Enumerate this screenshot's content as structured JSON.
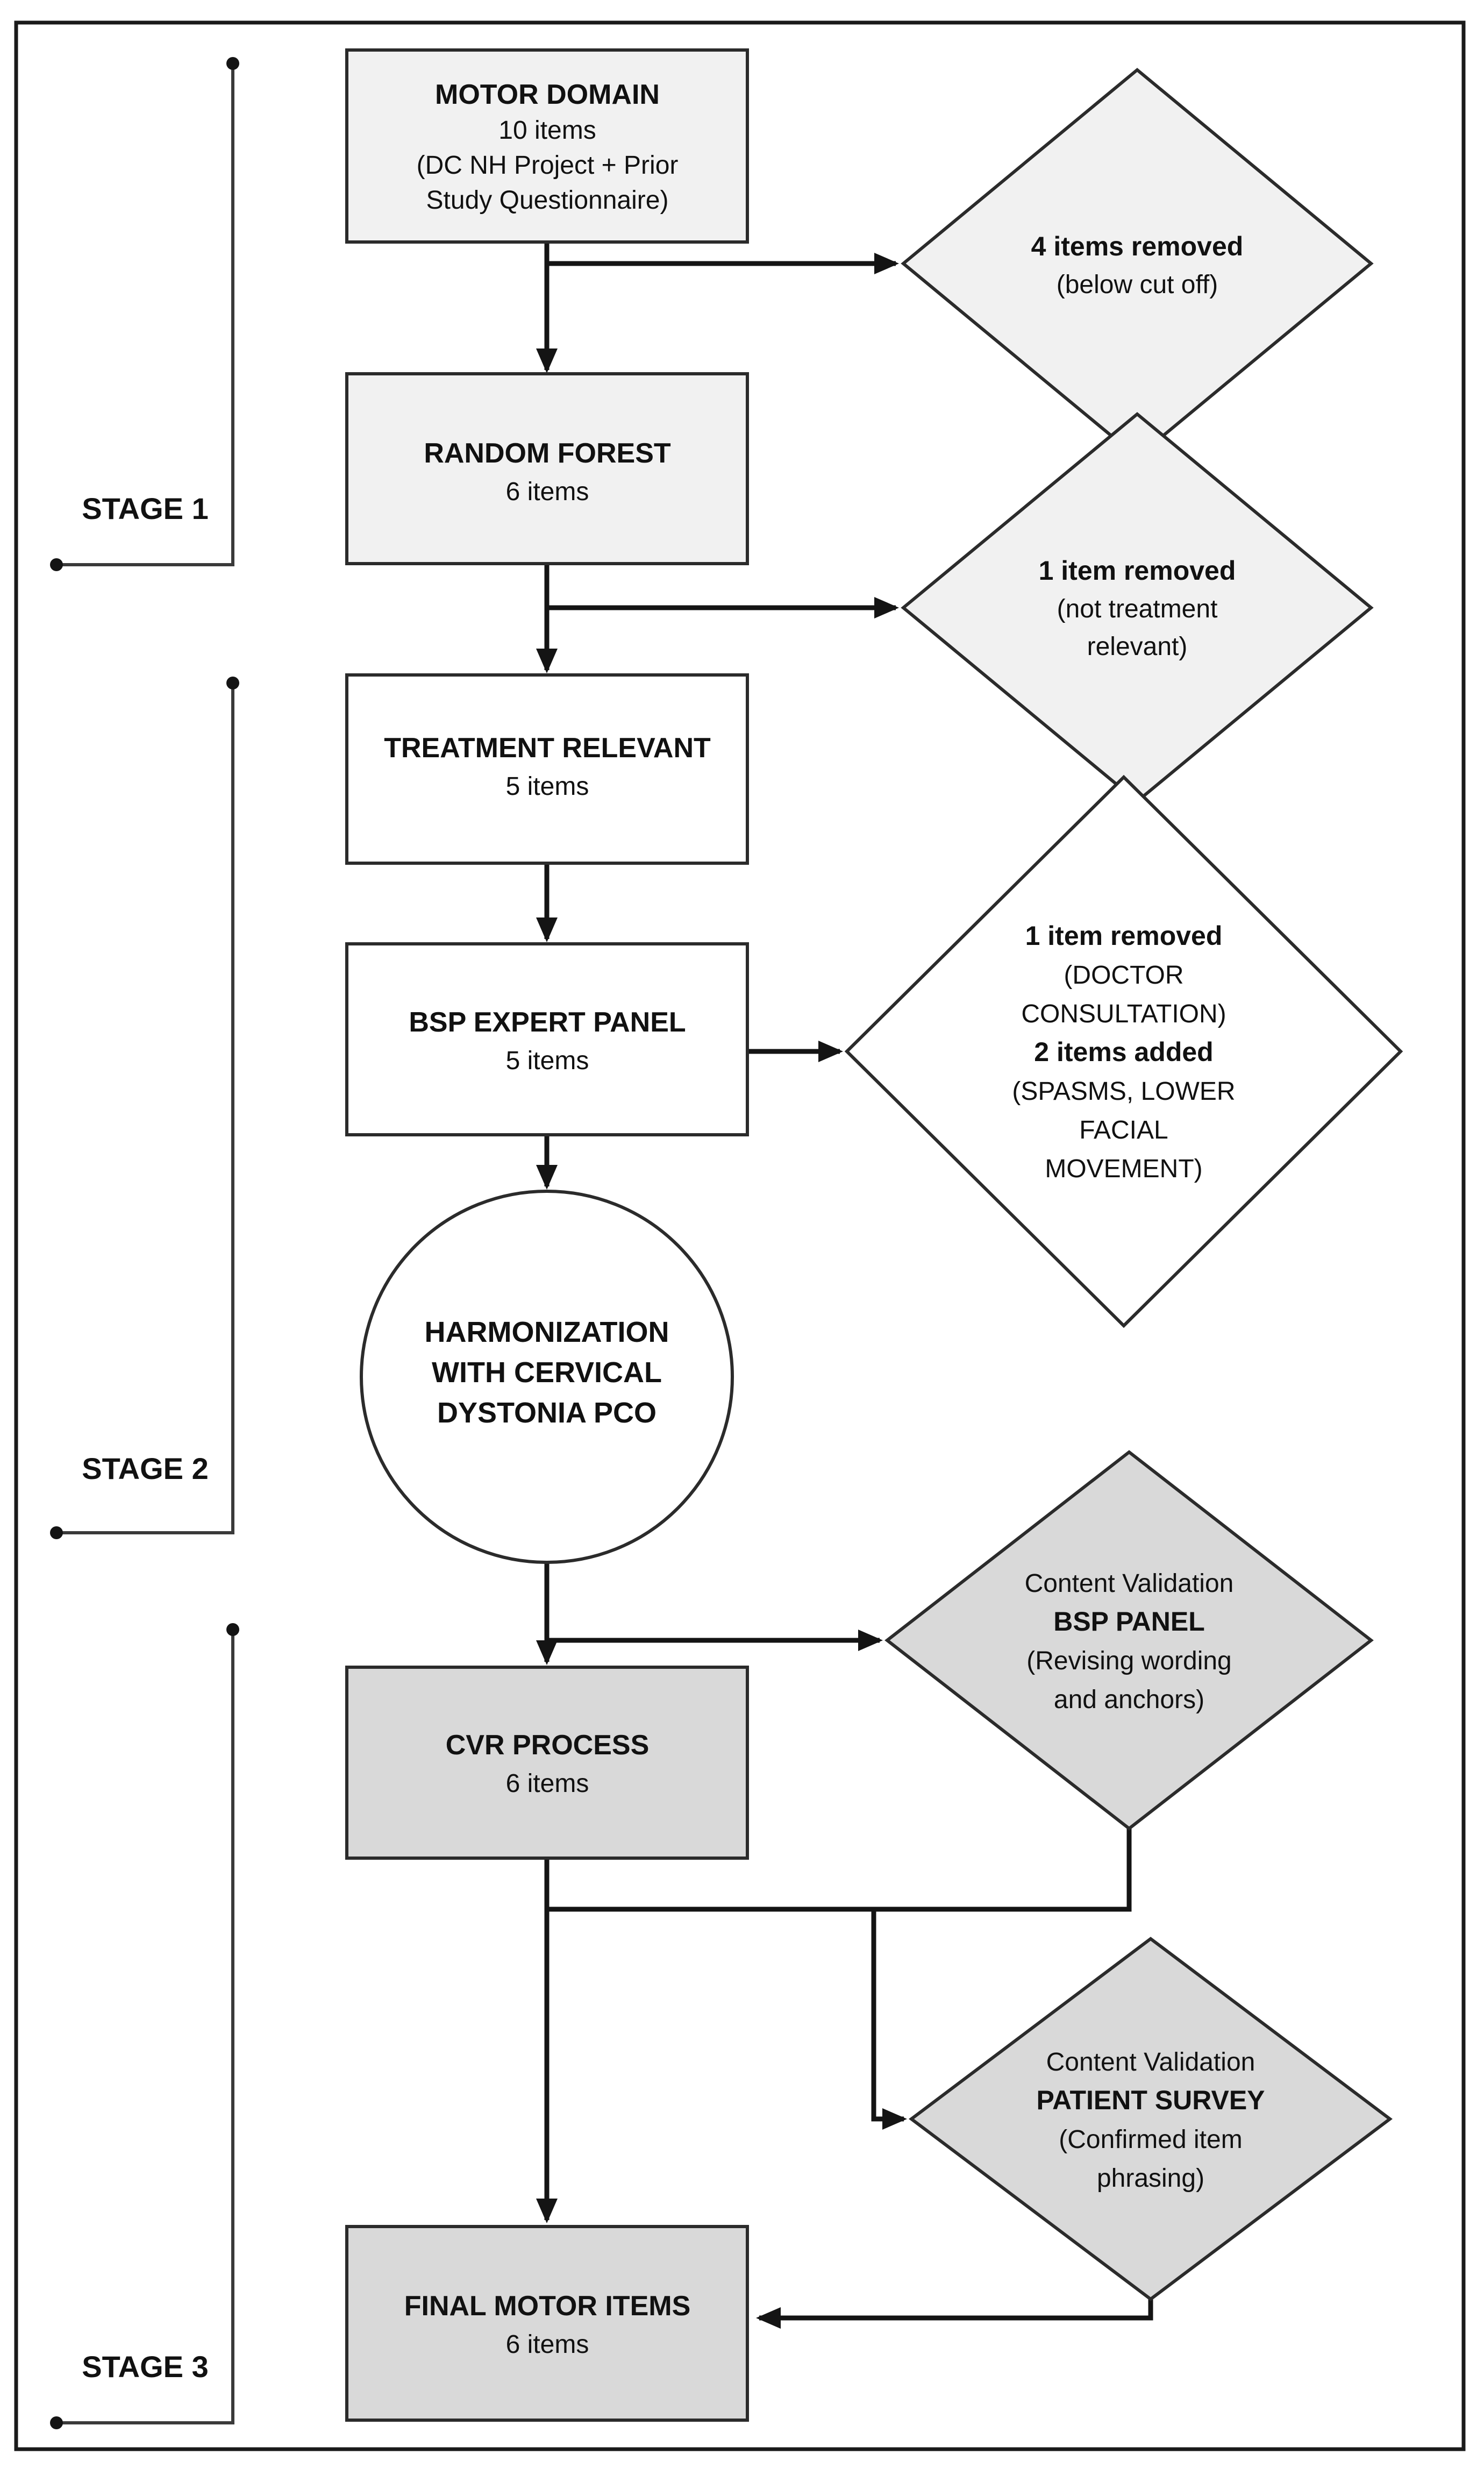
{
  "palette": {
    "box_light": "#f1f1f1",
    "box_medium": "#d9d9d9",
    "box_white": "#ffffff",
    "line_color": "#141414",
    "border_color": "#1a1a1a"
  },
  "stages": [
    {
      "label": "STAGE 1"
    },
    {
      "label": "STAGE 2"
    },
    {
      "label": "STAGE 3"
    }
  ],
  "nodes": {
    "motor_domain": {
      "lines": [
        "MOTOR DOMAIN",
        "10 items",
        "(DC NH Project + Prior",
        "Study Questionnaire)"
      ]
    },
    "items_removed_cutoff": {
      "lines": [
        "4 items removed",
        "(below cut off)"
      ]
    },
    "random_forest": {
      "lines": [
        "RANDOM FOREST",
        "6 items"
      ]
    },
    "item_removed_not_treatment": {
      "lines": [
        "1 item removed",
        "(not treatment",
        "relevant)"
      ]
    },
    "treatment_relevant": {
      "lines": [
        "TREATMENT RELEVANT",
        "5 items"
      ]
    },
    "bsp_expert_panel": {
      "lines": [
        "BSP EXPERT PANEL",
        "5 items"
      ]
    },
    "expert_panel_changes": {
      "lines": [
        "1 item removed",
        "(DOCTOR",
        "CONSULTATION)",
        "2 items added",
        "(SPASMS, LOWER",
        "FACIAL",
        "MOVEMENT)"
      ]
    },
    "harmonization": {
      "lines": [
        "HARMONIZATION",
        "WITH CERVICAL",
        "DYSTONIA PCO"
      ]
    },
    "cv_bsp_panel": {
      "lines": [
        "Content Validation",
        "BSP PANEL",
        "(Revising wording",
        "and anchors)"
      ]
    },
    "cvr_process": {
      "lines": [
        "CVR PROCESS",
        "6 items"
      ]
    },
    "cv_patient_survey": {
      "lines": [
        "Content Validation",
        "PATIENT SURVEY",
        "(Confirmed item",
        "phrasing)"
      ]
    },
    "final_motor_items": {
      "lines": [
        "FINAL MOTOR ITEMS",
        "6 items"
      ]
    }
  }
}
